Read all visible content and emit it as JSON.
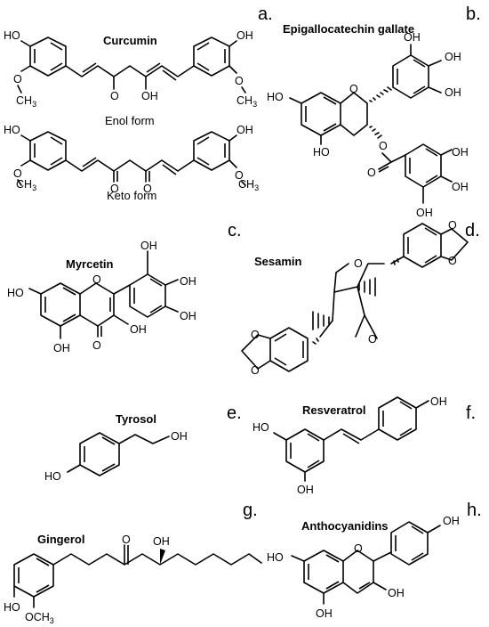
{
  "panels": {
    "a": {
      "letter": "a.",
      "name": "Curcumin",
      "enol_caption": "Enol form",
      "keto_caption": "Keto form"
    },
    "b": {
      "letter": "b.",
      "name": "Epigallocatechin gallate"
    },
    "c": {
      "letter": "c.",
      "name": "Myrcetin"
    },
    "d": {
      "letter": "d.",
      "name": "Sesamin"
    },
    "e": {
      "letter": "e.",
      "name": "Tyrosol"
    },
    "f": {
      "letter": "f.",
      "name": "Resveratrol"
    },
    "g": {
      "letter": "g.",
      "name": "Gingerol"
    },
    "h": {
      "letter": "h.",
      "name": "Anthocyanidins"
    }
  },
  "atoms": {
    "hydroxyl": "OH",
    "hydroxyl_left": "HO",
    "oxygen": "O",
    "methoxy_o": "O",
    "methyl": "CH",
    "methyl_sub": "3",
    "methoxy_group": "OCH",
    "methoxy_sub": "3"
  }
}
